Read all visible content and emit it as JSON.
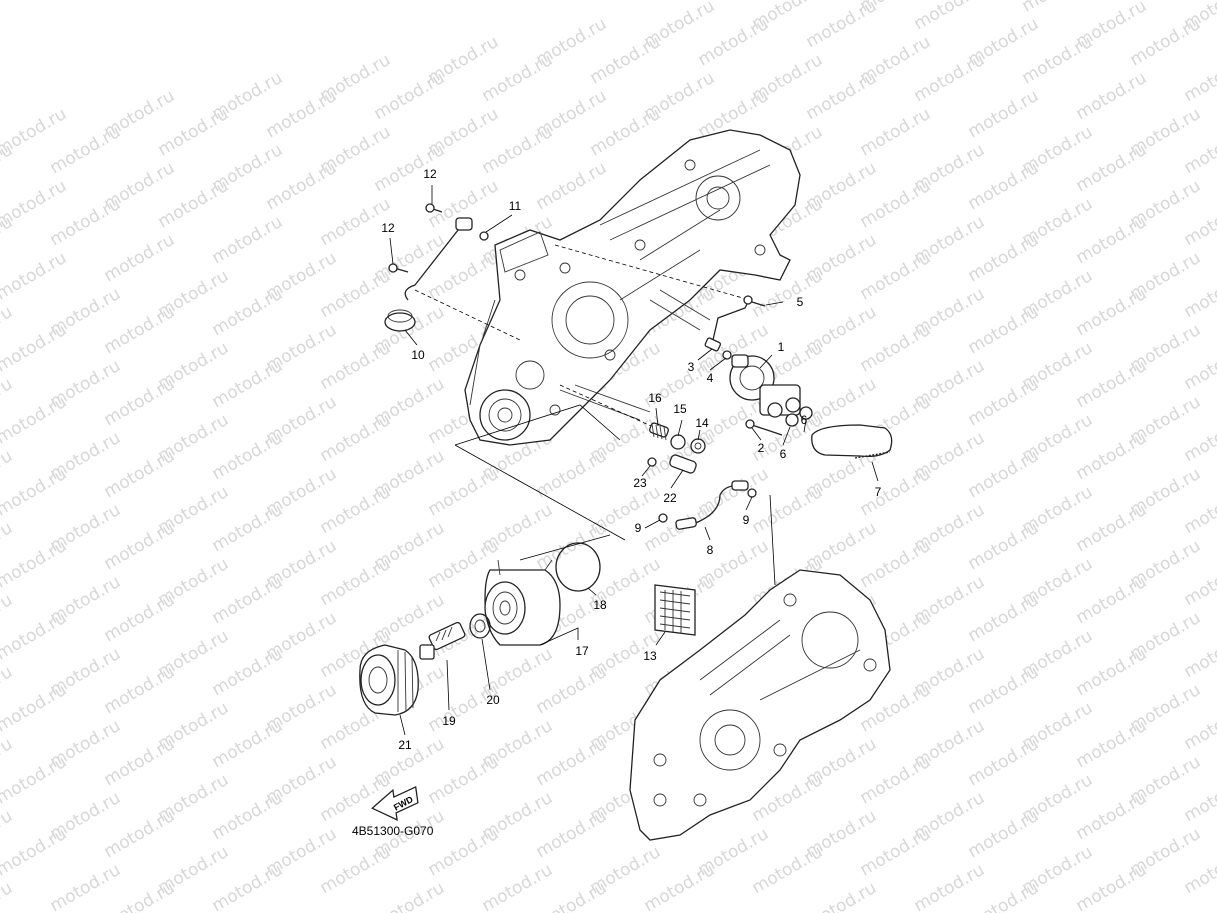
{
  "watermark": {
    "text": "motod.ru"
  },
  "diagram": {
    "code": "4B51300-G070",
    "fwd_label": "FWD"
  },
  "callouts": {
    "c1": "1",
    "c2": "2",
    "c3": "3",
    "c4": "4",
    "c5": "5",
    "c6a": "6",
    "c6b": "6",
    "c7": "7",
    "c8": "8",
    "c9a": "9",
    "c9b": "9",
    "c10": "10",
    "c11": "11",
    "c12a": "12",
    "c12b": "12",
    "c13": "13",
    "c14": "14",
    "c15": "15",
    "c16": "16",
    "c17": "17",
    "c18": "18",
    "c19": "19",
    "c20": "20",
    "c21": "21",
    "c22": "22",
    "c23": "23"
  }
}
